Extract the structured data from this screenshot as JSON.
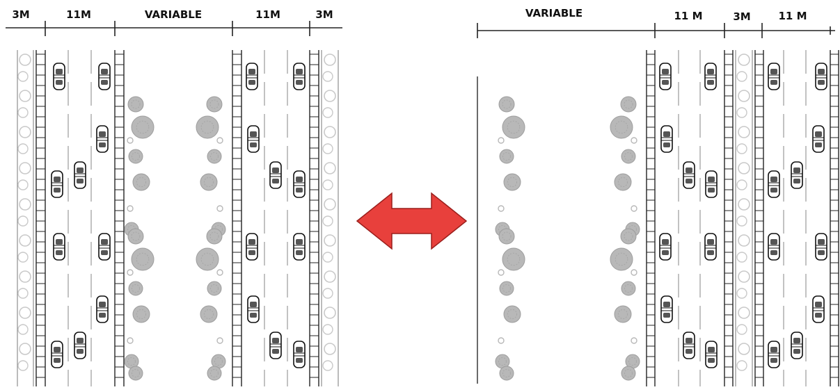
{
  "diagram": {
    "left_section": {
      "dimension_labels": [
        "3M",
        "11M",
        "VARIABLE",
        "11M",
        "3M"
      ]
    },
    "right_section": {
      "dimension_labels": [
        "VARIABLE",
        "11 M",
        "3M",
        "11 M"
      ]
    },
    "swap_arrow": {
      "icon": "double-headed-arrow-icon",
      "color": "#e8403c",
      "stroke": "#9a1e1b"
    },
    "colors": {
      "line": "#222222",
      "lane_marking": "#9a9a9a",
      "tree": "#b8b8b8",
      "sidewalk_tree": "#c9c9c9"
    }
  }
}
